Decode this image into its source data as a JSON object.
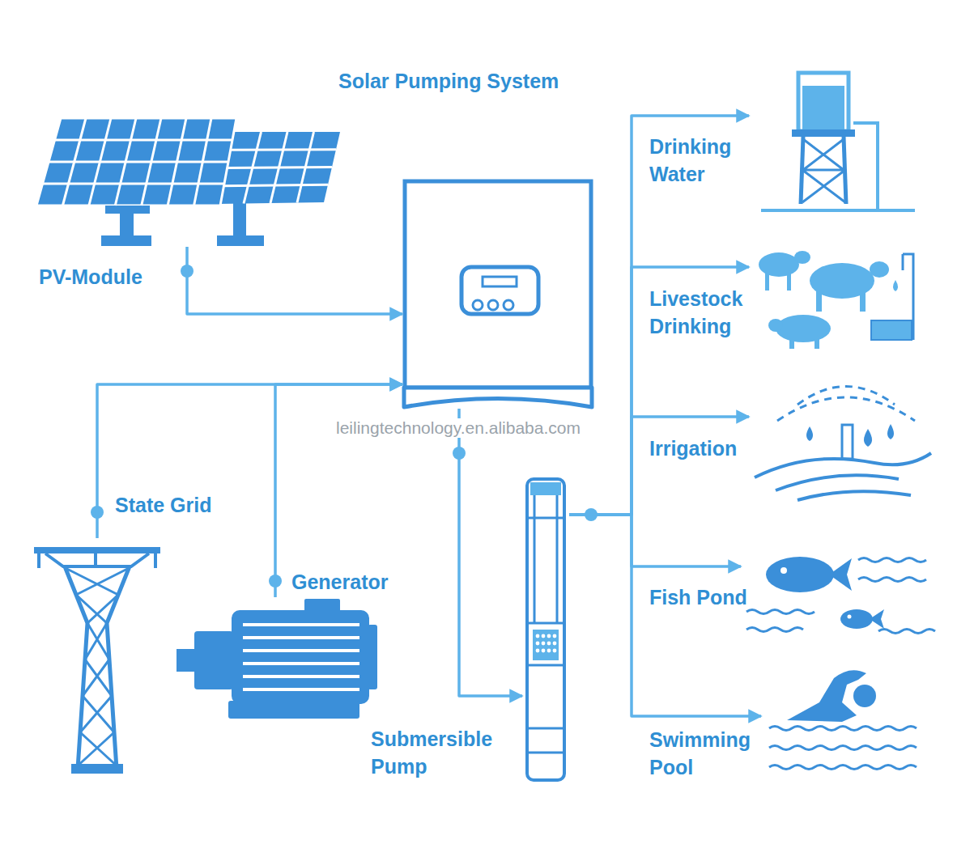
{
  "diagram": {
    "title": "Solar Pumping System",
    "nodes": [
      {
        "text": [
          "PV-Module"
        ]
      },
      {
        "text": []
      },
      {
        "text": [
          "Drinking Water"
        ]
      },
      {
        "text": [
          "Livestock Drinking"
        ]
      },
      {
        "text": [
          "Irrigation"
        ]
      },
      {
        "text": [
          "State Grid"
        ]
      },
      {
        "text": [
          "Generator"
        ]
      },
      {
        "text": [
          "Fish Pond"
        ]
      },
      {
        "text": [
          "Submersible Pump"
        ]
      },
      {
        "text": [
          "Swimming Pool"
        ]
      }
    ],
    "edges": [
      {
        "from": 0,
        "to": 1,
        "arrow": "to"
      },
      {
        "from": 5,
        "to": 1,
        "arrow": "to"
      },
      {
        "from": 6,
        "to": 1,
        "arrow": "to"
      },
      {
        "from": 1,
        "to": 8,
        "arrow": "to"
      },
      {
        "from": 8,
        "to": 2,
        "arrow": "to"
      },
      {
        "from": 8,
        "to": 3,
        "arrow": "to"
      },
      {
        "from": 8,
        "to": 4,
        "arrow": "to"
      },
      {
        "from": 8,
        "to": 7,
        "arrow": "to"
      },
      {
        "from": 8,
        "to": 9,
        "arrow": "to"
      }
    ],
    "labels": [
      "leilingtechnology.en.alibaba.com"
    ]
  }
}
